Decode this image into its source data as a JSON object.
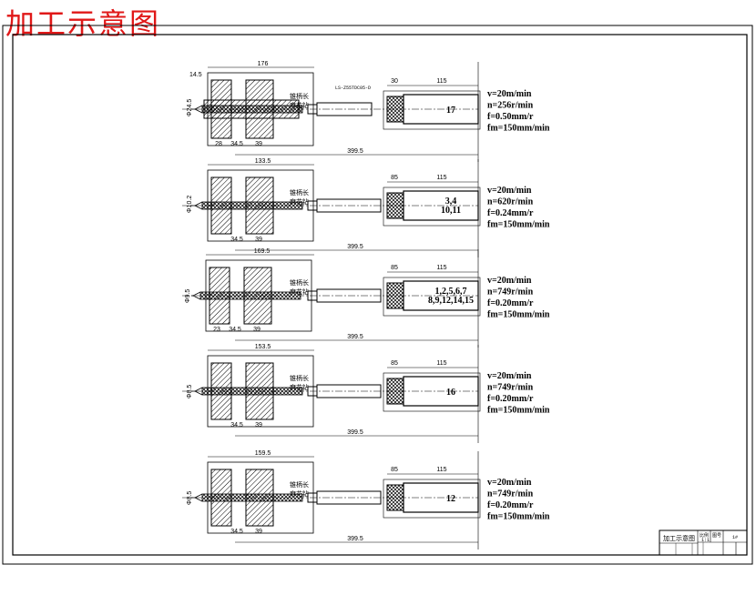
{
  "title": "加工示意图",
  "stations": [
    {
      "top_dim": "176",
      "left_dim": "14.5",
      "diam": "Φ24.5",
      "bot_dims": [
        "28",
        "34.5",
        "39"
      ],
      "total": "399.5",
      "hd_dims": [
        "30",
        "115"
      ],
      "head_label": "17",
      "tool_note": "锥柄长 麻花钻",
      "tool_code": "LS-Z55TDC05-D",
      "params": [
        "v=20m/min",
        "n=256r/min",
        "f=0.50mm/r",
        "fm=150mm/min"
      ]
    },
    {
      "top_dim": "133.5",
      "left_dim": "",
      "diam": "Φ10.2",
      "bot_dims": [
        "34.5",
        "39"
      ],
      "total": "399.5",
      "hd_dims": [
        "85",
        "115"
      ],
      "head_label": "3,4\n10,11",
      "tool_note": "锥柄长 麻花钻",
      "tool_code": "",
      "params": [
        "v=20m/min",
        "n=620r/min",
        "f=0.24mm/r",
        "fm=150mm/min"
      ]
    },
    {
      "top_dim": "169.5",
      "left_dim": "",
      "diam": "Φ9.5",
      "bot_dims": [
        "23",
        "34.5",
        "39"
      ],
      "total": "399.5",
      "hd_dims": [
        "85",
        "115"
      ],
      "head_label": "1,2,5,6,7\n8,9,12,14,15",
      "tool_note": "锥柄长 麻花钻",
      "tool_code": "",
      "params": [
        "v=20m/min",
        "n=749r/min",
        "f=0.20mm/r",
        "fm=150mm/min"
      ]
    },
    {
      "top_dim": "153.5",
      "left_dim": "",
      "diam": "Φ8.5",
      "bot_dims": [
        "34.5",
        "39"
      ],
      "total": "399.5",
      "hd_dims": [
        "85",
        "115"
      ],
      "head_label": "16",
      "tool_note": "锥柄长 麻花钻",
      "tool_code": "",
      "params": [
        "v=20m/min",
        "n=749r/min",
        "f=0.20mm/r",
        "fm=150mm/min"
      ]
    },
    {
      "top_dim": "159.5",
      "left_dim": "",
      "diam": "Φ8.5",
      "bot_dims": [
        "34.5",
        "39"
      ],
      "total": "399.5",
      "hd_dims": [
        "85",
        "115"
      ],
      "head_label": "12",
      "tool_note": "锥柄长 麻花钻",
      "tool_code": "",
      "params": [
        "v=20m/min",
        "n=749r/min",
        "f=0.20mm/r",
        "fm=150mm/min"
      ]
    }
  ],
  "title_block": {
    "name": "加工示意图",
    "cells": [
      "比例",
      "图号",
      "1:1",
      "1#"
    ]
  },
  "colors": {
    "title": "#e01818",
    "line": "#000000",
    "hatch": "#000000"
  }
}
